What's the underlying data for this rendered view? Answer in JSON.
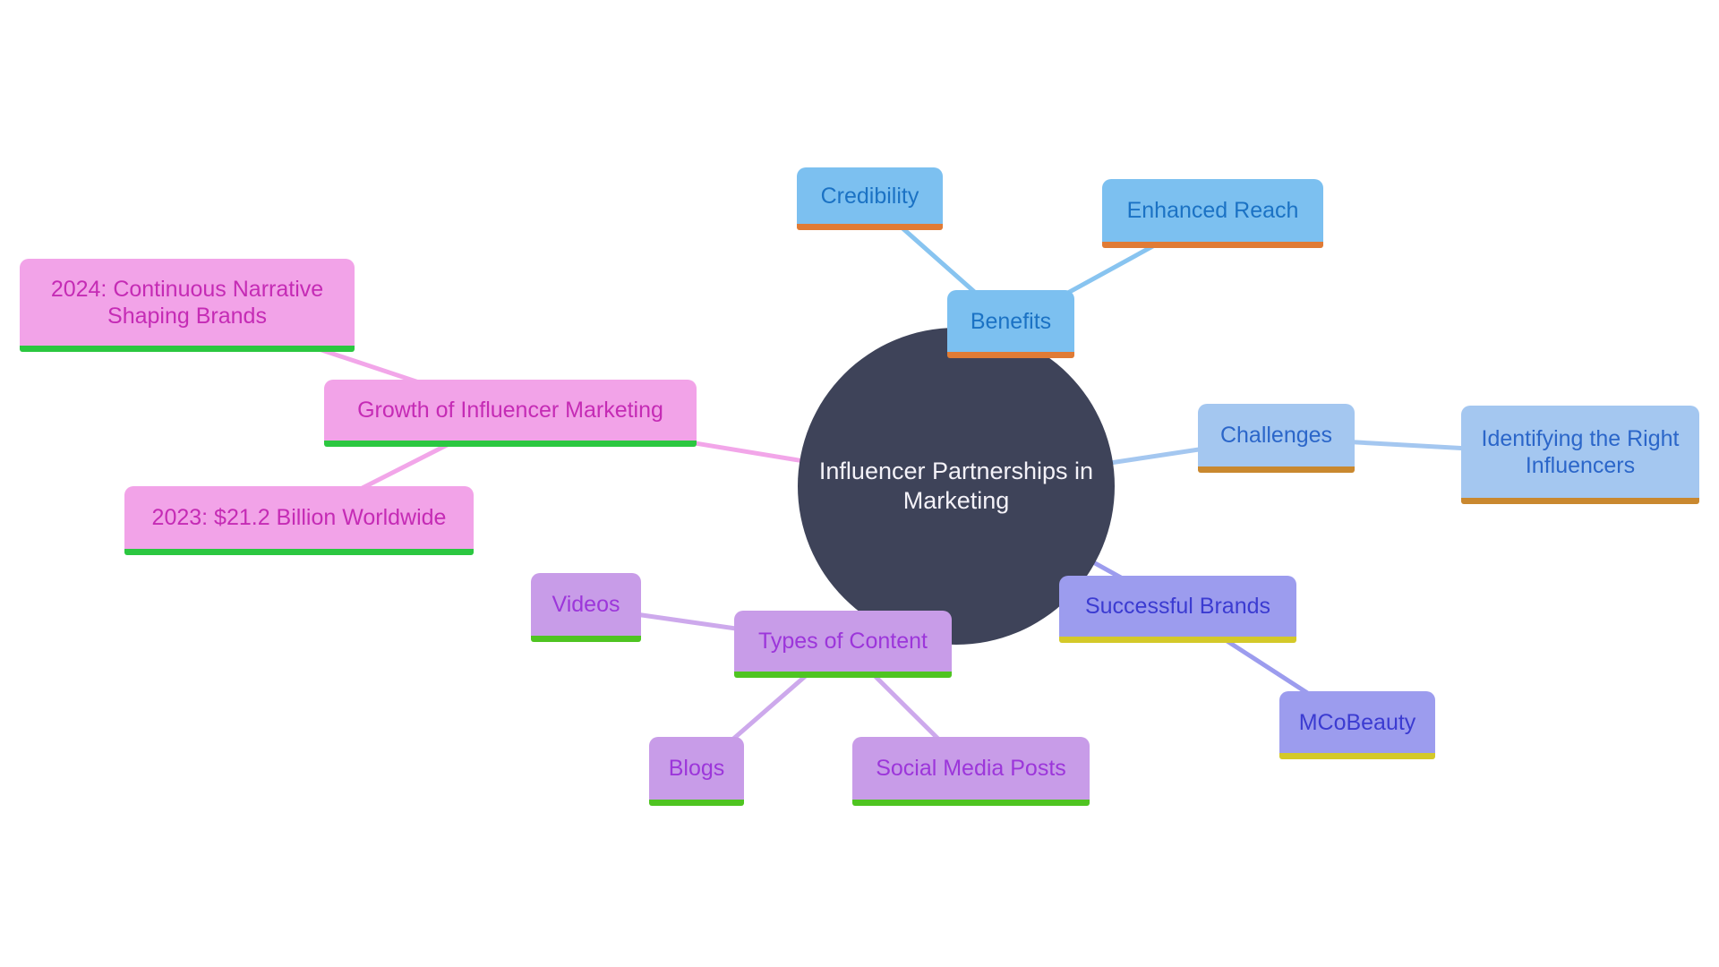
{
  "diagram": {
    "title": "Influencer Partnerships in Marketing",
    "center": {
      "label": "Influencer Partnerships in Marketing",
      "fill": "#3E4359",
      "text_color": "#F4F2F8"
    },
    "branches": [
      {
        "id": "benefits",
        "label": "Benefits",
        "fill": "#7CC0F0",
        "text_color": "#1B72C4",
        "underline_color": "#E07B35",
        "line_color": "#88C4F0",
        "children": [
          {
            "label": "Credibility"
          },
          {
            "label": "Enhanced Reach"
          }
        ]
      },
      {
        "id": "challenges",
        "label": "Challenges",
        "fill": "#A4C7F0",
        "text_color": "#2B66C9",
        "underline_color": "#C9882F",
        "line_color": "#A4C7F0",
        "children": [
          {
            "label": "Identifying the Right Influencers"
          }
        ]
      },
      {
        "id": "successful-brands",
        "label": "Successful Brands",
        "fill": "#9C9CEE",
        "text_color": "#3B3BD1",
        "underline_color": "#D4C929",
        "line_color": "#9C9CEE",
        "children": [
          {
            "label": "MCoBeauty"
          }
        ]
      },
      {
        "id": "types-of-content",
        "label": "Types of Content",
        "fill": "#C89CE8",
        "text_color": "#9C36DA",
        "underline_color": "#4FC421",
        "line_color": "#CDA9EC",
        "children": [
          {
            "label": "Videos"
          },
          {
            "label": "Blogs"
          },
          {
            "label": "Social Media Posts"
          }
        ]
      },
      {
        "id": "growth",
        "label": "Growth of Influencer Marketing",
        "fill": "#F2A3E8",
        "text_color": "#C52BB5",
        "underline_color": "#2BC740",
        "line_color": "#F2A6E9",
        "children": [
          {
            "label": "2024: Continuous Narrative Shaping Brands"
          },
          {
            "label": "2023: $21.2 Billion Worldwide"
          }
        ]
      }
    ]
  }
}
